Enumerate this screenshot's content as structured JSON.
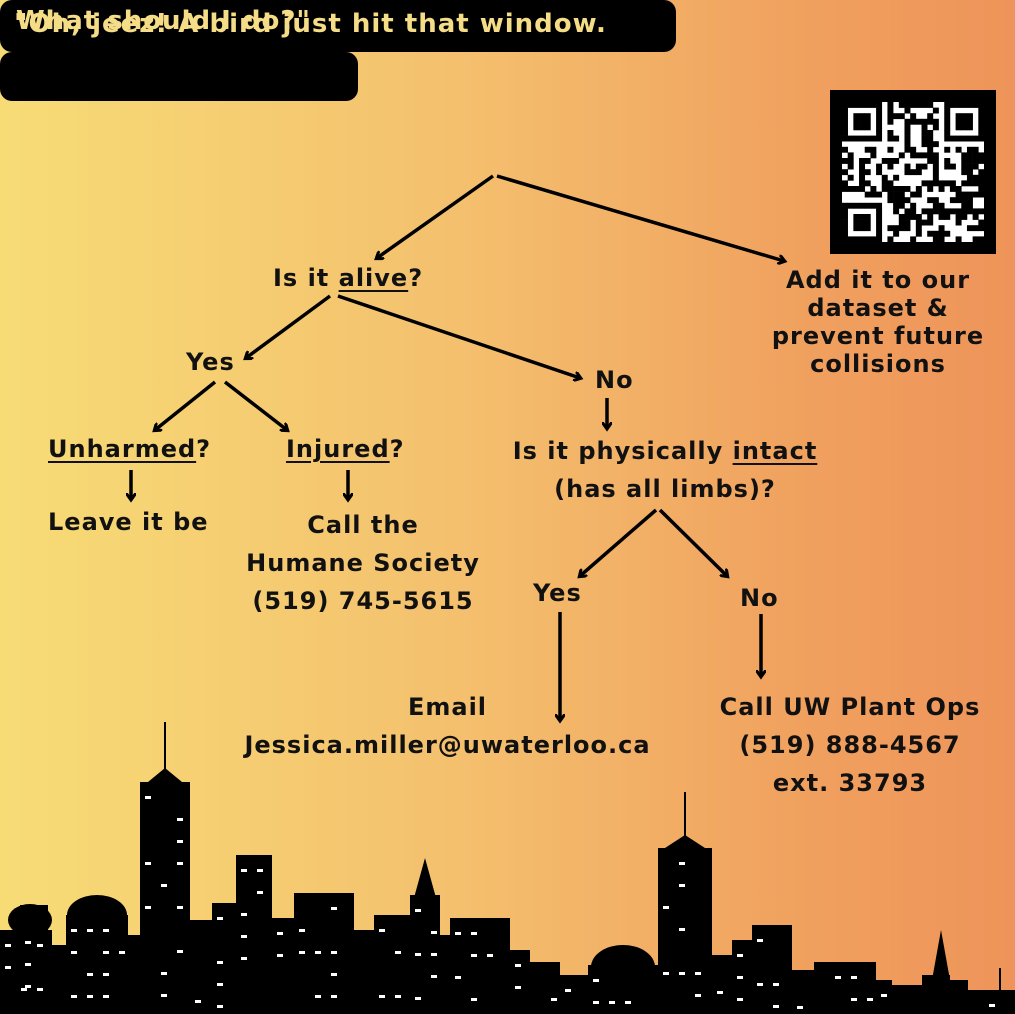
{
  "title": {
    "line1": "\"Oh, jeez! A bird just hit that window.",
    "line2": "What should I do?\""
  },
  "nodes": {
    "alive": {
      "prefix": "Is it ",
      "keyword": "alive",
      "suffix": "?"
    },
    "dataset": [
      "Add it to our",
      "dataset &",
      "prevent future",
      "collisions"
    ],
    "yes_alive": "Yes",
    "no_alive": "No",
    "unharmed": {
      "keyword": "Unharmed",
      "suffix": "?"
    },
    "injured": {
      "keyword": "Injured",
      "suffix": "?"
    },
    "leave": "Leave it be",
    "humane": [
      "Call the",
      "Humane Society",
      "(519) 745-5615"
    ],
    "intact": {
      "prefix": "Is it physically ",
      "keyword": "intact",
      "line2": "(has all limbs)?"
    },
    "yes_intact": "Yes",
    "no_intact": "No",
    "email": [
      "Email",
      "Jessica.miller@uwaterloo.ca"
    ],
    "plant_ops": [
      "Call UW Plant Ops",
      "(519) 888-4567",
      "ext. 33793"
    ]
  },
  "colors": {
    "background_left": "#f7dc76",
    "background_right": "#ee945a",
    "title_text": "#f5dc86",
    "title_box": "#000000",
    "ink": "#111111"
  },
  "icons": [
    "qr-code-icon",
    "city-skyline"
  ]
}
